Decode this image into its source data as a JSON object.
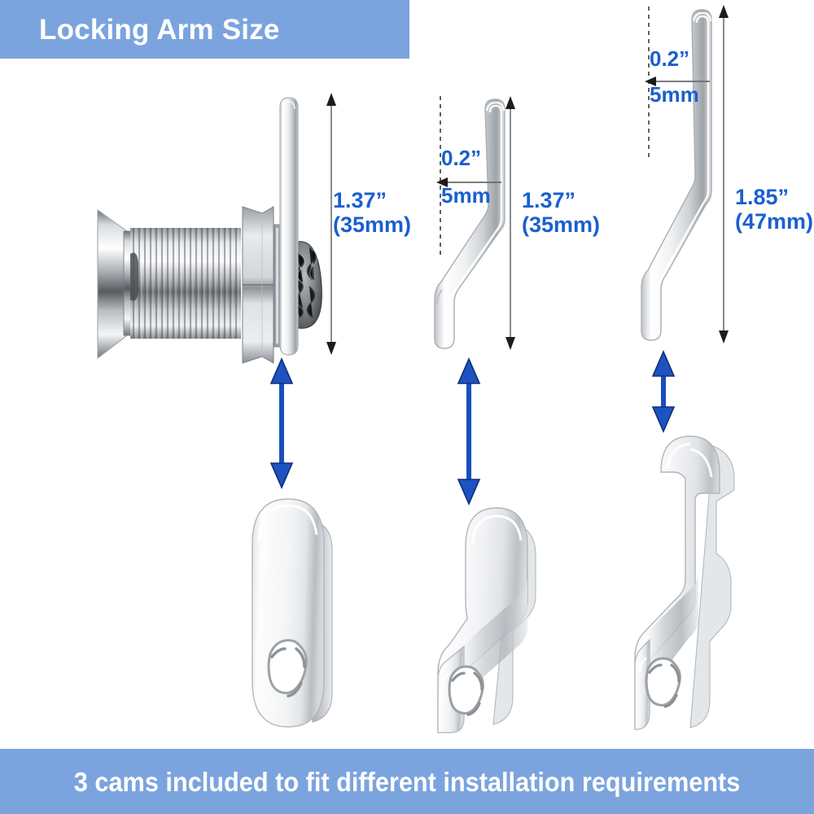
{
  "header": {
    "title": "Locking Arm Size",
    "bg_color": "#7ba3de",
    "text_color": "#ffffff"
  },
  "footer": {
    "caption": "3 cams included to fit different installation requirements",
    "bg_color": "#7ba3de",
    "text_color": "#ffffff"
  },
  "colors": {
    "dimension_text": "#1a5fd0",
    "connector_arrow": "#1a4fba",
    "measure_line": "#8c8c8c",
    "reference_line": "#333333",
    "metal_light": "#f2f3f4",
    "metal_mid": "#c9cdd1",
    "metal_dark": "#9aa0a6"
  },
  "products": [
    {
      "id": "cam-straight",
      "name": "straight-cam",
      "arm_label_primary": "1.37”",
      "arm_label_secondary": "(35mm)",
      "offset_label_primary": "",
      "offset_label_secondary": "",
      "has_offset": false,
      "has_reference_line": false,
      "lock_body": "cam-lock-assembly"
    },
    {
      "id": "cam-offset-35",
      "name": "offset-cam-35mm",
      "arm_label_primary": "1.37”",
      "arm_label_secondary": "(35mm)",
      "offset_label_primary": "0.2”",
      "offset_label_secondary": "5mm",
      "has_offset": true,
      "has_reference_line": true,
      "lock_body": ""
    },
    {
      "id": "cam-offset-47",
      "name": "offset-cam-47mm",
      "arm_label_primary": "1.85”",
      "arm_label_secondary": "(47mm)",
      "offset_label_primary": "0.2”",
      "offset_label_secondary": "5mm",
      "has_offset": true,
      "has_reference_line": true,
      "lock_body": ""
    }
  ],
  "icons": {
    "double_arrow": "double-headed-arrow-icon",
    "left_arrow": "left-arrow-icon",
    "dashed_reference": "dashed-reference-line-icon"
  }
}
